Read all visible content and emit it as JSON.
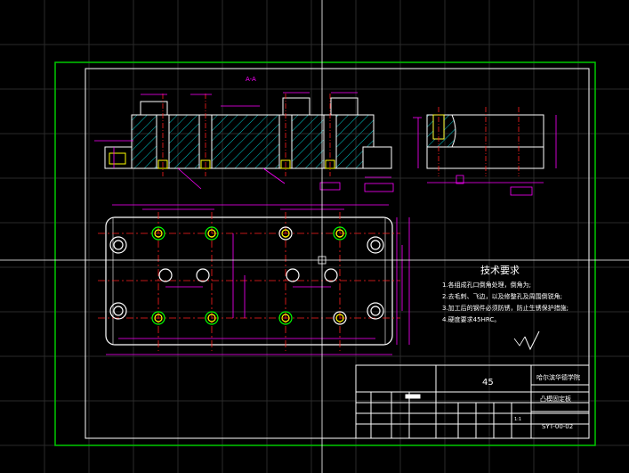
{
  "section_label": "A-A",
  "tech_requirements": {
    "title": "技术要求",
    "items": [
      "1.各组成孔口倒角处理，倒角为;",
      "2.去毛刺、飞边，以及修整孔及周围倒锐角;",
      "3.加工后的钢件必须防锈，防止生锈保护措施;",
      "4.硬度要求45HRC。"
    ]
  },
  "title_block": {
    "material": "45",
    "school": "哈尔滨华德学院",
    "part_name": "凸模固定板",
    "drawing_no": "SYT-00-02",
    "scale": "1:1"
  },
  "colors": {
    "background": "#000000",
    "frame_outer": "#00c800",
    "frame_inner": "#ffffff",
    "dimension": "#ff00ff",
    "section_hatch": "#00c8c8",
    "hole_outline": "#ffffff",
    "hole_fill": "#ffff00",
    "center_line": "#ff2020",
    "crosshair": "#ffffff"
  }
}
